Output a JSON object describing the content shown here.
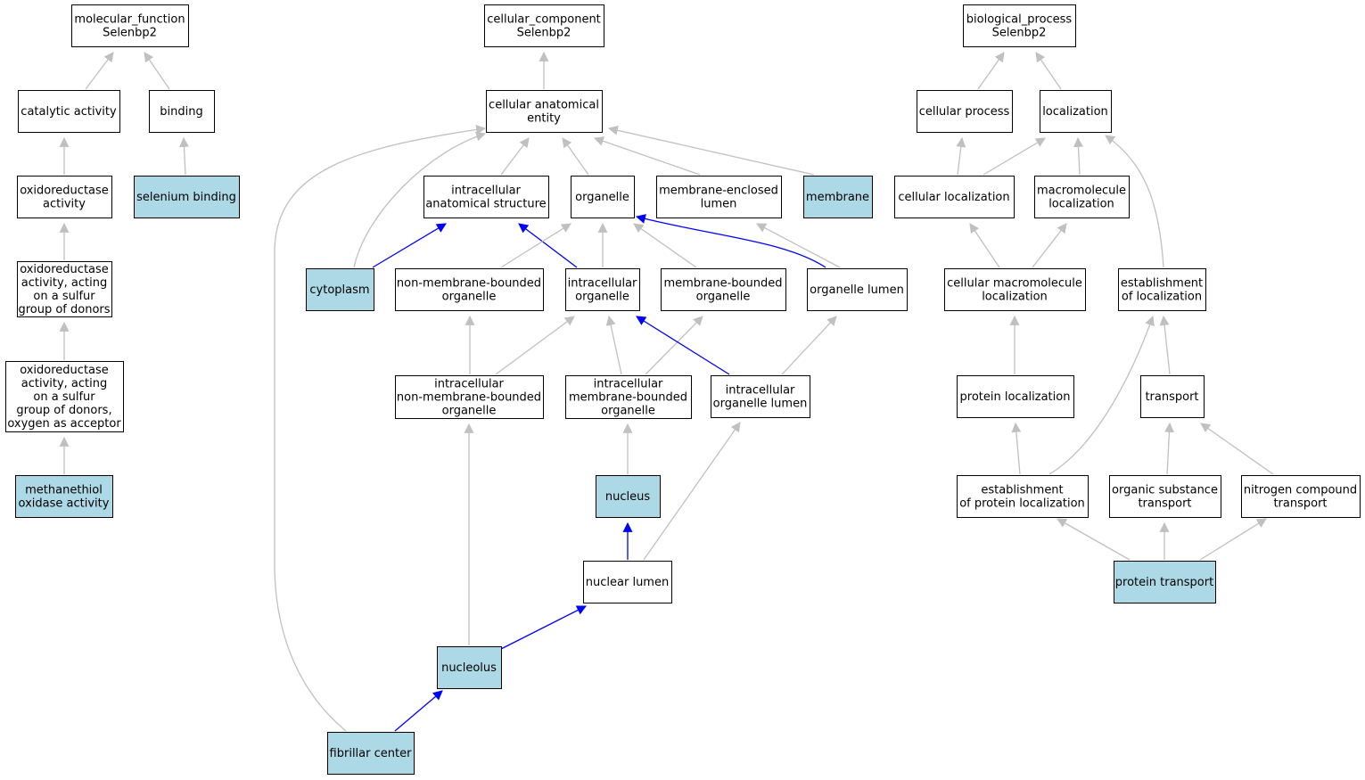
{
  "colors": {
    "default_fill": "#ffffff",
    "highlight_fill": "#add8e6",
    "edge_gray": "#c0c0c0",
    "edge_blue": "#0000ff"
  },
  "nodes": [
    {
      "id": "mf",
      "lines": [
        "molecular_function",
        "Selenbp2"
      ],
      "highlight": false
    },
    {
      "id": "catalytic",
      "lines": [
        "catalytic activity"
      ],
      "highlight": false
    },
    {
      "id": "binding",
      "lines": [
        "binding"
      ],
      "highlight": false
    },
    {
      "id": "oxidoreductase",
      "lines": [
        "oxidoreductase",
        "activity"
      ],
      "highlight": false
    },
    {
      "id": "selenium",
      "lines": [
        "selenium binding"
      ],
      "highlight": true
    },
    {
      "id": "oxsulfur",
      "lines": [
        "oxidoreductase",
        "activity, acting",
        "on a sulfur",
        "group of donors"
      ],
      "highlight": false
    },
    {
      "id": "oxsulfurO2",
      "lines": [
        "oxidoreductase",
        "activity, acting",
        "on a sulfur",
        "group of donors,",
        "oxygen as acceptor"
      ],
      "highlight": false
    },
    {
      "id": "methanethiol",
      "lines": [
        "methanethiol",
        "oxidase activity"
      ],
      "highlight": true
    },
    {
      "id": "cc",
      "lines": [
        "cellular_component",
        "Selenbp2"
      ],
      "highlight": false
    },
    {
      "id": "cae",
      "lines": [
        "cellular anatomical",
        "entity"
      ],
      "highlight": false
    },
    {
      "id": "intraas",
      "lines": [
        "intracellular",
        "anatomical structure"
      ],
      "highlight": false
    },
    {
      "id": "organelle",
      "lines": [
        "organelle"
      ],
      "highlight": false
    },
    {
      "id": "melumen",
      "lines": [
        "membrane-enclosed",
        "lumen"
      ],
      "highlight": false
    },
    {
      "id": "membrane",
      "lines": [
        "membrane"
      ],
      "highlight": true
    },
    {
      "id": "cytoplasm",
      "lines": [
        "cytoplasm"
      ],
      "highlight": true
    },
    {
      "id": "nmbo",
      "lines": [
        "non-membrane-bounded",
        "organelle"
      ],
      "highlight": false
    },
    {
      "id": "intraorg",
      "lines": [
        "intracellular",
        "organelle"
      ],
      "highlight": false
    },
    {
      "id": "mbo",
      "lines": [
        "membrane-bounded",
        "organelle"
      ],
      "highlight": false
    },
    {
      "id": "orglumen",
      "lines": [
        "organelle lumen"
      ],
      "highlight": false
    },
    {
      "id": "inmbo",
      "lines": [
        "intracellular",
        "non-membrane-bounded",
        "organelle"
      ],
      "highlight": false
    },
    {
      "id": "imbo",
      "lines": [
        "intracellular",
        "membrane-bounded",
        "organelle"
      ],
      "highlight": false
    },
    {
      "id": "iol",
      "lines": [
        "intracellular",
        "organelle lumen"
      ],
      "highlight": false
    },
    {
      "id": "nucleus",
      "lines": [
        "nucleus"
      ],
      "highlight": true
    },
    {
      "id": "nuclumen",
      "lines": [
        "nuclear lumen"
      ],
      "highlight": false
    },
    {
      "id": "nucleolus",
      "lines": [
        "nucleolus"
      ],
      "highlight": true
    },
    {
      "id": "fibrillar",
      "lines": [
        "fibrillar center"
      ],
      "highlight": true
    },
    {
      "id": "bp",
      "lines": [
        "biological_process",
        "Selenbp2"
      ],
      "highlight": false
    },
    {
      "id": "cellproc",
      "lines": [
        "cellular process"
      ],
      "highlight": false
    },
    {
      "id": "localization",
      "lines": [
        "localization"
      ],
      "highlight": false
    },
    {
      "id": "cellloc",
      "lines": [
        "cellular localization"
      ],
      "highlight": false
    },
    {
      "id": "macroloc",
      "lines": [
        "macromolecule",
        "localization"
      ],
      "highlight": false
    },
    {
      "id": "cmacroloc",
      "lines": [
        "cellular macromolecule",
        "localization"
      ],
      "highlight": false
    },
    {
      "id": "estloc",
      "lines": [
        "establishment",
        "of localization"
      ],
      "highlight": false
    },
    {
      "id": "protloc",
      "lines": [
        "protein localization"
      ],
      "highlight": false
    },
    {
      "id": "transport",
      "lines": [
        "transport"
      ],
      "highlight": false
    },
    {
      "id": "estprotloc",
      "lines": [
        "establishment",
        "of protein localization"
      ],
      "highlight": false
    },
    {
      "id": "orgsubst",
      "lines": [
        "organic substance",
        "transport"
      ],
      "highlight": false
    },
    {
      "id": "nitrogen",
      "lines": [
        "nitrogen compound",
        "transport"
      ],
      "highlight": false
    },
    {
      "id": "prottransport",
      "lines": [
        "protein transport"
      ],
      "highlight": true
    }
  ],
  "edges": [
    {
      "from": "catalytic",
      "to": "mf",
      "color": "gray"
    },
    {
      "from": "binding",
      "to": "mf",
      "color": "gray"
    },
    {
      "from": "oxidoreductase",
      "to": "catalytic",
      "color": "gray"
    },
    {
      "from": "selenium",
      "to": "binding",
      "color": "gray"
    },
    {
      "from": "oxsulfur",
      "to": "oxidoreductase",
      "color": "gray"
    },
    {
      "from": "oxsulfurO2",
      "to": "oxsulfur",
      "color": "gray"
    },
    {
      "from": "methanethiol",
      "to": "oxsulfurO2",
      "color": "gray"
    },
    {
      "from": "cae",
      "to": "cc",
      "color": "gray"
    },
    {
      "from": "intraas",
      "to": "cae",
      "color": "gray"
    },
    {
      "from": "organelle",
      "to": "cae",
      "color": "gray"
    },
    {
      "from": "melumen",
      "to": "cae",
      "color": "gray"
    },
    {
      "from": "membrane",
      "to": "cae",
      "color": "gray"
    },
    {
      "from": "cytoplasm",
      "to": "cae",
      "color": "gray"
    },
    {
      "from": "fibrillar",
      "to": "cae",
      "color": "gray"
    },
    {
      "from": "cytoplasm",
      "to": "intraas",
      "color": "blue"
    },
    {
      "from": "intraorg",
      "to": "intraas",
      "color": "blue"
    },
    {
      "from": "intraorg",
      "to": "organelle",
      "color": "gray"
    },
    {
      "from": "nmbo",
      "to": "organelle",
      "color": "gray"
    },
    {
      "from": "mbo",
      "to": "organelle",
      "color": "gray"
    },
    {
      "from": "orglumen",
      "to": "organelle",
      "color": "blue"
    },
    {
      "from": "orglumen",
      "to": "melumen",
      "color": "gray"
    },
    {
      "from": "inmbo",
      "to": "nmbo",
      "color": "gray"
    },
    {
      "from": "inmbo",
      "to": "intraorg",
      "color": "gray"
    },
    {
      "from": "imbo",
      "to": "intraorg",
      "color": "gray"
    },
    {
      "from": "imbo",
      "to": "mbo",
      "color": "gray"
    },
    {
      "from": "iol",
      "to": "intraorg",
      "color": "blue"
    },
    {
      "from": "iol",
      "to": "orglumen",
      "color": "gray"
    },
    {
      "from": "nucleus",
      "to": "imbo",
      "color": "gray"
    },
    {
      "from": "nuclumen",
      "to": "nucleus",
      "color": "blue"
    },
    {
      "from": "nuclumen",
      "to": "iol",
      "color": "gray"
    },
    {
      "from": "nucleolus",
      "to": "nuclumen",
      "color": "blue"
    },
    {
      "from": "nucleolus",
      "to": "inmbo",
      "color": "gray"
    },
    {
      "from": "fibrillar",
      "to": "nucleolus",
      "color": "blue"
    },
    {
      "from": "cellproc",
      "to": "bp",
      "color": "gray"
    },
    {
      "from": "localization",
      "to": "bp",
      "color": "gray"
    },
    {
      "from": "cellloc",
      "to": "cellproc",
      "color": "gray"
    },
    {
      "from": "cellloc",
      "to": "localization",
      "color": "gray"
    },
    {
      "from": "macroloc",
      "to": "localization",
      "color": "gray"
    },
    {
      "from": "estloc",
      "to": "localization",
      "color": "gray"
    },
    {
      "from": "cmacroloc",
      "to": "cellloc",
      "color": "gray"
    },
    {
      "from": "cmacroloc",
      "to": "macroloc",
      "color": "gray"
    },
    {
      "from": "protloc",
      "to": "cmacroloc",
      "color": "gray"
    },
    {
      "from": "transport",
      "to": "estloc",
      "color": "gray"
    },
    {
      "from": "estprotloc",
      "to": "estloc",
      "color": "gray"
    },
    {
      "from": "estprotloc",
      "to": "protloc",
      "color": "gray"
    },
    {
      "from": "orgsubst",
      "to": "transport",
      "color": "gray"
    },
    {
      "from": "nitrogen",
      "to": "transport",
      "color": "gray"
    },
    {
      "from": "prottransport",
      "to": "estprotloc",
      "color": "gray"
    },
    {
      "from": "prottransport",
      "to": "orgsubst",
      "color": "gray"
    },
    {
      "from": "prottransport",
      "to": "nitrogen",
      "color": "gray"
    }
  ]
}
